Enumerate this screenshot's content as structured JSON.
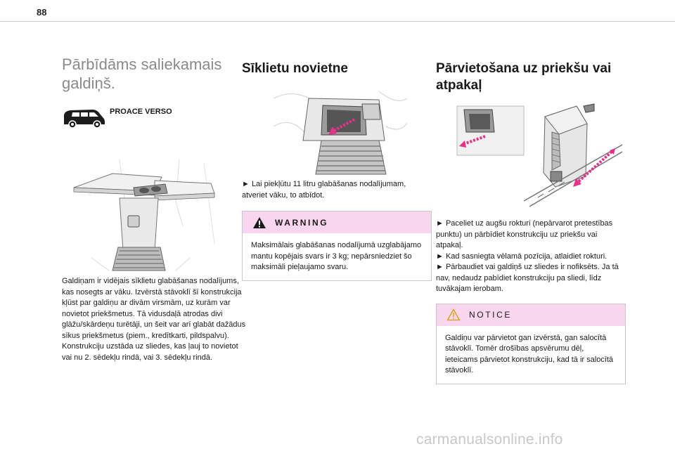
{
  "page": {
    "number": "88",
    "watermark": "carmanualsonline.info"
  },
  "col1": {
    "title": "Pārbīdāms saliekamais galdiņš.",
    "model_label": "PROACE VERSO",
    "paragraphs": [
      "Galdiņam ir vidējais sīklietu glabāšanas nodalījums, kas nosegts ar vāku. Izvērstā stāvoklī šī konstrukcija kļūst par galdiņu ar divām virsmām, uz kurām var novietot priekšmetus. Tā vidusdaļā atrodas divi glāžu/skārdeņu turētāji, un šeit var arī glabāt dažādus sīkus priekšmetus (piem., kredītkarti, pildspalvu).",
      "Konstrukciju uzstāda uz sliedes, kas ļauj to novietot vai nu 2. sēdekļu rindā, vai 3. sēdekļu rindā."
    ]
  },
  "col2": {
    "title": "Sīklietu novietne",
    "step": "► Lai piekļūtu 11 litru glabāšanas nodalījumam, atveriet vāku, to atbīdot.",
    "warning": {
      "title": "WARNING",
      "text": "Maksimālais glabāšanas nodalījumā uzglabājamo mantu kopējais svars ir 3 kg; nepārsniedziet šo maksimāli pieļaujamo svaru."
    }
  },
  "col3": {
    "title": "Pārvietošana uz priekšu vai atpakaļ",
    "steps": [
      "► Paceliet uz augšu rokturi (nepārvarot pretestības punktu) un pārbīdiet konstrukciju uz priekšu vai atpakaļ.",
      "► Kad sasniegta vēlamā pozīcija, atlaidiet rokturi.",
      "► Pārbaudiet vai galdiņš uz sliedes ir nofiksēts. Ja tā nav, nedaudz pabīdiet konstrukciju pa sliedi, līdz tuvākajam ierobam."
    ],
    "notice": {
      "title": "NOTICE",
      "text": "Galdiņu var pārvietot gan izvērstā, gan salocītā stāvoklī. Tomēr drošības apsvērumu dēļ, ieteicams pārvietot konstrukciju, kad tā ir salocītā stāvoklī."
    }
  },
  "colors": {
    "accent_arrow": "#e8308a",
    "box_header": "#f8d7ee",
    "warning_icon": "#d8a000"
  },
  "icons": [
    "van-icon",
    "warning-triangle-icon",
    "notice-triangle-icon"
  ]
}
